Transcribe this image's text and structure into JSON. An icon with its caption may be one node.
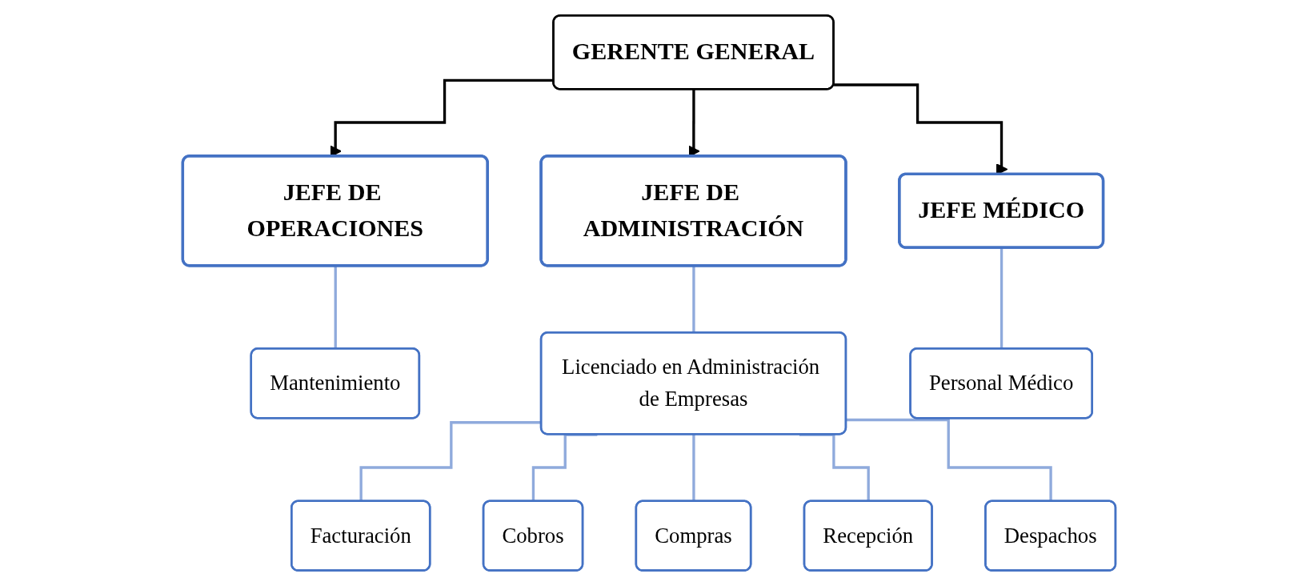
{
  "diagram": {
    "nodes": [
      {
        "text": [
          "GERENTE GENERAL"
        ]
      },
      {
        "text": [
          "JEFE DE OPERACIONES"
        ]
      },
      {
        "text": [
          "JEFE DE ADMINISTRACIÓN"
        ]
      },
      {
        "text": [
          "JEFE MÉDICO"
        ]
      },
      {
        "text": [
          "Mantenimiento"
        ]
      },
      {
        "text": [
          "Licenciado en Administración de Empresas"
        ]
      },
      {
        "text": [
          "Personal Médico"
        ]
      },
      {
        "text": [
          "Facturación"
        ]
      },
      {
        "text": [
          "Cobros"
        ]
      },
      {
        "text": [
          "Compras"
        ]
      },
      {
        "text": [
          "Recepción"
        ]
      },
      {
        "text": [
          "Despachos"
        ]
      }
    ],
    "edges": [
      {
        "from": 0,
        "to": 1,
        "arrow": "to",
        "color": "#000000"
      },
      {
        "from": 0,
        "to": 2,
        "arrow": "to",
        "color": "#000000"
      },
      {
        "from": 0,
        "to": 3,
        "arrow": "to",
        "color": "#000000"
      },
      {
        "from": 1,
        "to": 4,
        "arrow": "none"
      },
      {
        "from": 2,
        "to": 5,
        "arrow": "none"
      },
      {
        "from": 3,
        "to": 6,
        "arrow": "none"
      },
      {
        "from": 5,
        "to": 7,
        "arrow": "none"
      },
      {
        "from": 5,
        "to": 8,
        "arrow": "none"
      },
      {
        "from": 5,
        "to": 9,
        "arrow": "none"
      },
      {
        "from": 5,
        "to": 10,
        "arrow": "none"
      },
      {
        "from": 5,
        "to": 11,
        "arrow": "none"
      }
    ]
  }
}
